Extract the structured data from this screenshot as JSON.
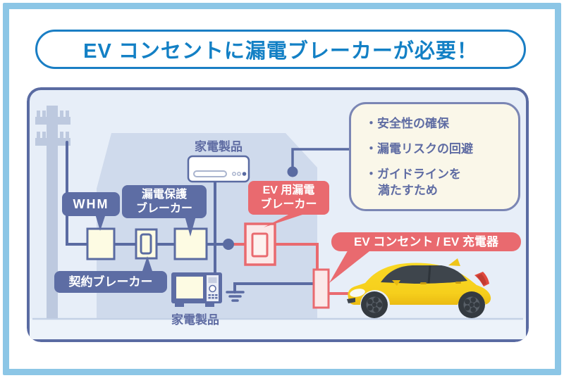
{
  "header": {
    "title": "EV コンセントに漏電ブレーカーが必要！"
  },
  "diagram": {
    "appliance_top_label": "家電製品",
    "appliance_bottom_label": "家電製品",
    "whm_label": "WHM",
    "leakage_protection_breaker": {
      "line1": "漏電保護",
      "line2": "ブレーカー"
    },
    "contract_breaker_label": "契約ブレーカー",
    "ev_leakage_breaker": {
      "line1": "EV 用漏電",
      "line2": "ブレーカー"
    },
    "ev_outlet_label": "EV コンセント / EV 充電器",
    "benefits": {
      "item1": "・安全性の確保",
      "item2": "・漏電リスクの回避",
      "item3_line1": "・ガイドラインを",
      "item3_line2": "満たすため"
    }
  },
  "colors": {
    "accent_blue": "#1380C5",
    "frame_blue": "#8CC6E6",
    "indigo": "#5D6DA4",
    "accent_red": "#E96A6F",
    "panel_bg": "#E7EEF8",
    "house_fill": "#CFDAEC",
    "device_box_fill": "#FDFBE3",
    "note_bg": "#FAF7E9",
    "car_yellow": "#F8D41E"
  }
}
